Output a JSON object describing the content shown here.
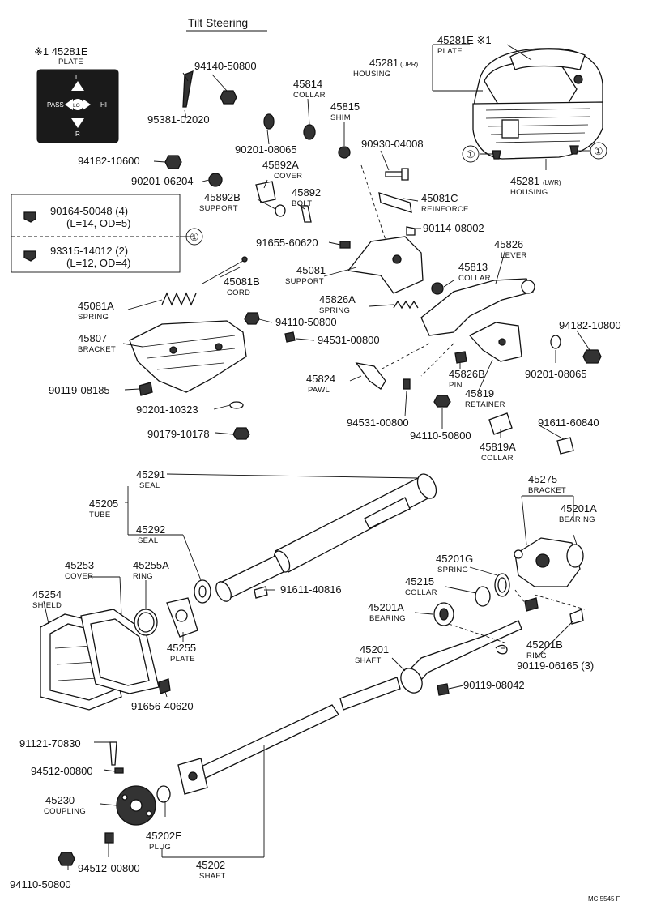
{
  "title": "Tilt Steering",
  "footer_code": "MC 5545 F",
  "callout_1": "①",
  "plate_inset": {
    "ref": "※1 45281E",
    "name": "PLATE",
    "pass": "PASS",
    "lo": "LO",
    "hi": "HI",
    "l": "L",
    "r": "R"
  },
  "group_1": {
    "a_pn": "90164-50048 (4)",
    "a_sub": "(L=14, OD=5)",
    "b_pn": "93315-14012 (2)",
    "b_sub": "(L=12, OD=4)"
  },
  "labels": {
    "p94140": "94140-50800",
    "p95381": "95381-02020",
    "p45814": "45814",
    "n45814": "COLLAR",
    "p45815": "45815",
    "n45815": "SHIM",
    "p90201a": "90201-08065",
    "p90930": "90930-04008",
    "p94182a": "94182-10600",
    "p45892A": "45892A",
    "n45892A": "COVER",
    "p90201b": "90201-06204",
    "p45892B": "45892B",
    "n45892B": "SUPPORT",
    "p45892": "45892",
    "n45892": "BOLT",
    "p45081C": "45081C",
    "n45081C": "REINFORCE",
    "p90114": "90114-08002",
    "p45281Ep": "45281E ※1",
    "n45281Ep": "PLATE",
    "p45281u": "45281",
    "s45281u": "(UPR)",
    "n45281u": "HOUSING",
    "p45281l": "45281",
    "s45281l": "(LWR)",
    "n45281l": "HOUSING",
    "p91655": "91655-60620",
    "p45826": "45826",
    "n45826": "LEVER",
    "p45081": "45081",
    "n45081": "SUPPORT",
    "p45813": "45813",
    "n45813": "COLLAR",
    "p45081B": "45081B",
    "n45081B": "CORD",
    "p45081A": "45081A",
    "n45081A": "SPRING",
    "p45826A": "45826A",
    "n45826A": "SPRING",
    "p94110a": "94110-50800",
    "p94531a": "94531-00800",
    "p45807": "45807",
    "n45807": "BRACKET",
    "p94182b": "94182-10800",
    "p90201c": "90201-08065",
    "p45824": "45824",
    "n45824": "PAWL",
    "p45826B": "45826B",
    "n45826B": "PIN",
    "p90119a": "90119-08185",
    "p45819": "45819",
    "n45819": "RETAINER",
    "p90201d": "90201-10323",
    "p94531b": "94531-00800",
    "p94110b": "94110-50800",
    "p91611a": "91611-60840",
    "p90179": "90179-10178",
    "p45819A": "45819A",
    "n45819A": "COLLAR",
    "p45291": "45291",
    "n45291": "SEAL",
    "p45275": "45275",
    "n45275": "BRACKET",
    "p45205": "45205",
    "n45205": "TUBE",
    "p45201Aa": "45201A",
    "n45201Aa": "BEARING",
    "p45292": "45292",
    "n45292": "SEAL",
    "p45253": "45253",
    "n45253": "COVER",
    "p45255A": "45255A",
    "n45255A": "RING",
    "p45201G": "45201G",
    "n45201G": "SPRING",
    "p45254": "45254",
    "n45254": "SHIELD",
    "p91611b": "91611-40816",
    "p45215": "45215",
    "n45215": "COLLAR",
    "p45201Ab": "45201A",
    "n45201Ab": "BEARING",
    "p45255": "45255",
    "n45255": "PLATE",
    "p45201": "45201",
    "n45201": "SHAFT",
    "p45201B": "45201B",
    "n45201B": "RING",
    "p90119b": "90119-06165 (3)",
    "p90119c": "90119-08042",
    "p91656": "91656-40620",
    "p91121": "91121-70830",
    "p94512a": "94512-00800",
    "p45230": "45230",
    "n45230": "COUPLING",
    "p45202E": "45202E",
    "n45202E": "PLUG",
    "p94512b": "94512-00800",
    "p45202": "45202",
    "n45202": "SHAFT",
    "p94110c": "94110-50800"
  }
}
